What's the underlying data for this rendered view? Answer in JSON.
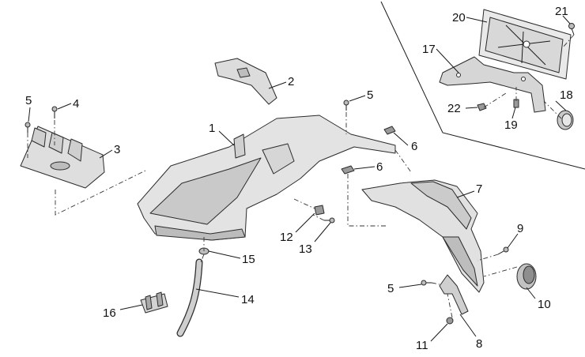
{
  "diagram": {
    "callouts": {
      "c1": "1",
      "c2": "2",
      "c3": "3",
      "c4": "4",
      "c5a": "5",
      "c5b": "5",
      "c5c": "5",
      "c6a": "6",
      "c6b": "6",
      "c7": "7",
      "c8": "8",
      "c9": "9",
      "c10": "10",
      "c11": "11",
      "c12": "12",
      "c13": "13",
      "c14": "14",
      "c15": "15",
      "c16": "16",
      "c17": "17",
      "c18": "18",
      "c19": "19",
      "c20": "20",
      "c21": "21",
      "c22": "22"
    },
    "colors": {
      "outline": "#2b2b2b",
      "fill_light": "#e6e6e6",
      "fill_mid": "#cfcfcf",
      "fill_dark": "#a9a9a9"
    }
  }
}
